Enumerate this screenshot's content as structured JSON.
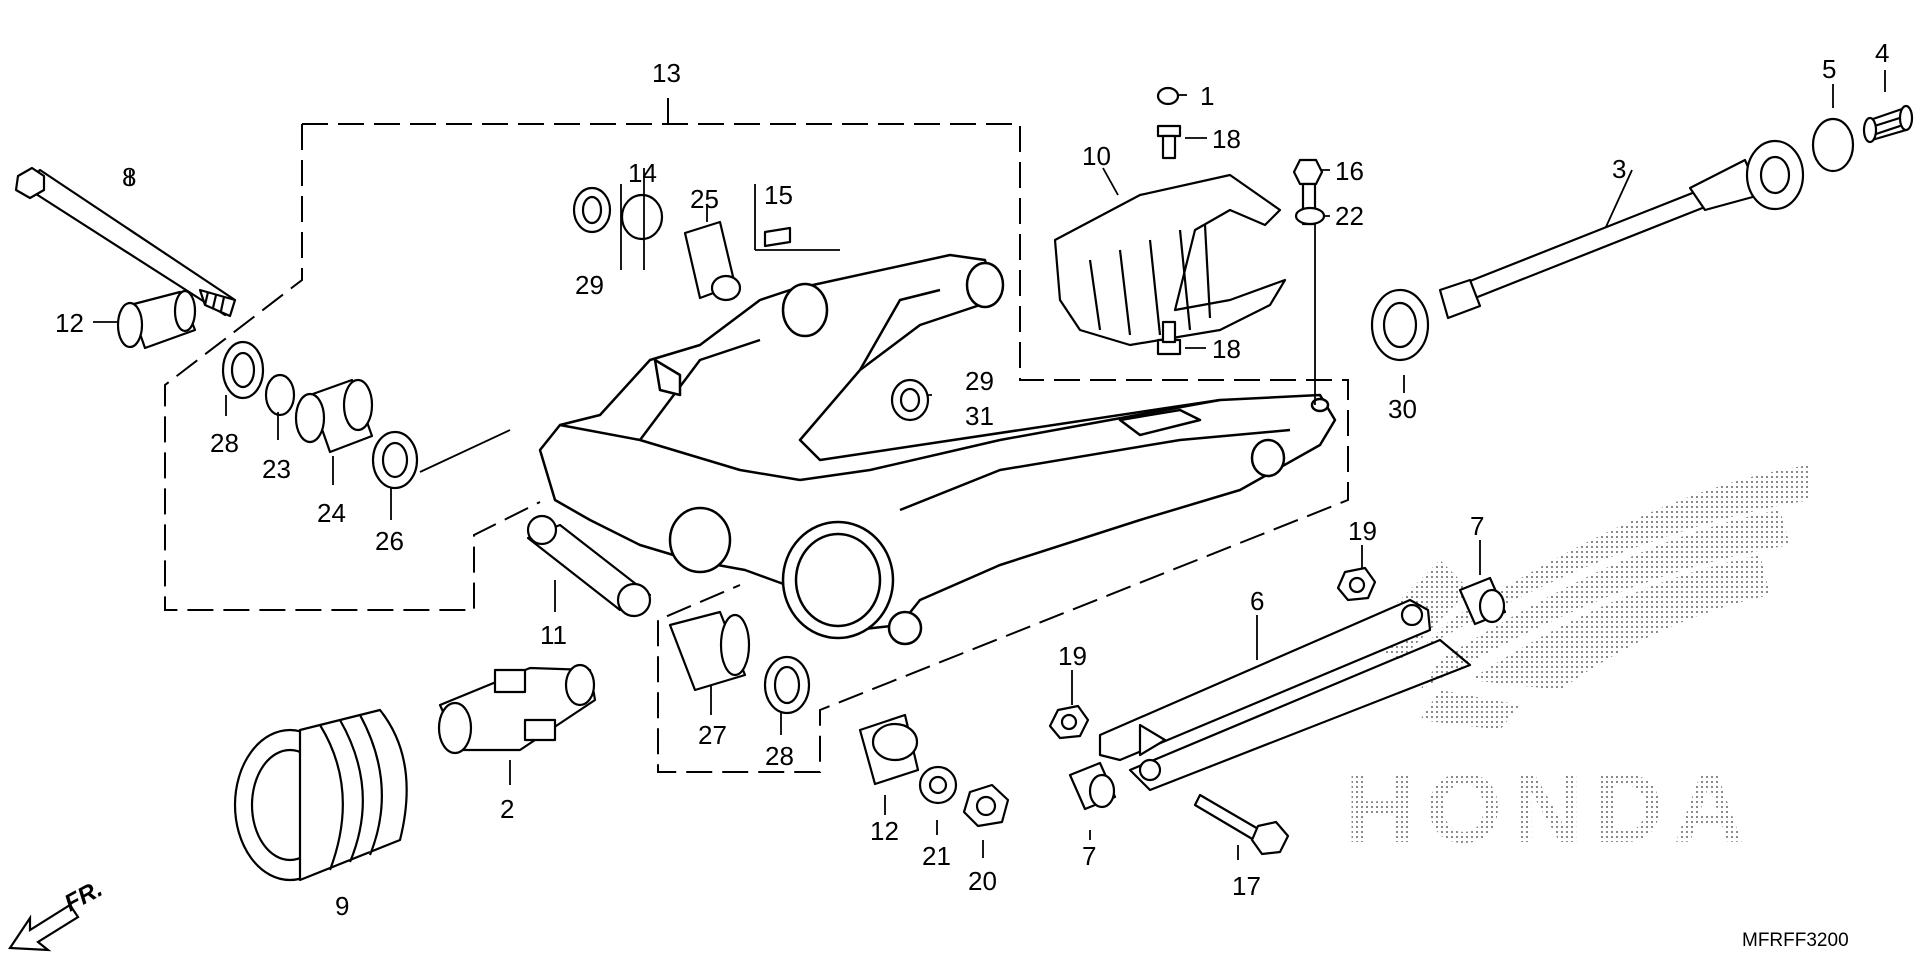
{
  "diagram": {
    "code": "MFRFF3200",
    "direction_label": "FR.",
    "brand_watermark": "HONDA",
    "colors": {
      "line": "#000000",
      "background": "#ffffff",
      "watermark": "#9a9a9a"
    },
    "callouts": [
      {
        "id": "c1",
        "text": "1"
      },
      {
        "id": "c2",
        "text": "2"
      },
      {
        "id": "c3",
        "text": "3"
      },
      {
        "id": "c4",
        "text": "4"
      },
      {
        "id": "c5",
        "text": "5"
      },
      {
        "id": "c6",
        "text": "6"
      },
      {
        "id": "c7a",
        "text": "7"
      },
      {
        "id": "c7b",
        "text": "7"
      },
      {
        "id": "c8",
        "text": "8"
      },
      {
        "id": "c9",
        "text": "9"
      },
      {
        "id": "c10",
        "text": "10"
      },
      {
        "id": "c11",
        "text": "11"
      },
      {
        "id": "c12a",
        "text": "12"
      },
      {
        "id": "c12b",
        "text": "12"
      },
      {
        "id": "c13",
        "text": "13"
      },
      {
        "id": "c14",
        "text": "14"
      },
      {
        "id": "c15",
        "text": "15"
      },
      {
        "id": "c16",
        "text": "16"
      },
      {
        "id": "c17",
        "text": "17"
      },
      {
        "id": "c18a",
        "text": "18"
      },
      {
        "id": "c18b",
        "text": "18"
      },
      {
        "id": "c19a",
        "text": "19"
      },
      {
        "id": "c19b",
        "text": "19"
      },
      {
        "id": "c20",
        "text": "20"
      },
      {
        "id": "c21",
        "text": "21"
      },
      {
        "id": "c22",
        "text": "22"
      },
      {
        "id": "c23",
        "text": "23"
      },
      {
        "id": "c24",
        "text": "24"
      },
      {
        "id": "c25",
        "text": "25"
      },
      {
        "id": "c26",
        "text": "26"
      },
      {
        "id": "c27",
        "text": "27"
      },
      {
        "id": "c28a",
        "text": "28"
      },
      {
        "id": "c28b",
        "text": "28"
      },
      {
        "id": "c29a",
        "text": "29"
      },
      {
        "id": "c29b",
        "text": "29"
      },
      {
        "id": "c30",
        "text": "30"
      },
      {
        "id": "c31",
        "text": "31"
      }
    ]
  }
}
